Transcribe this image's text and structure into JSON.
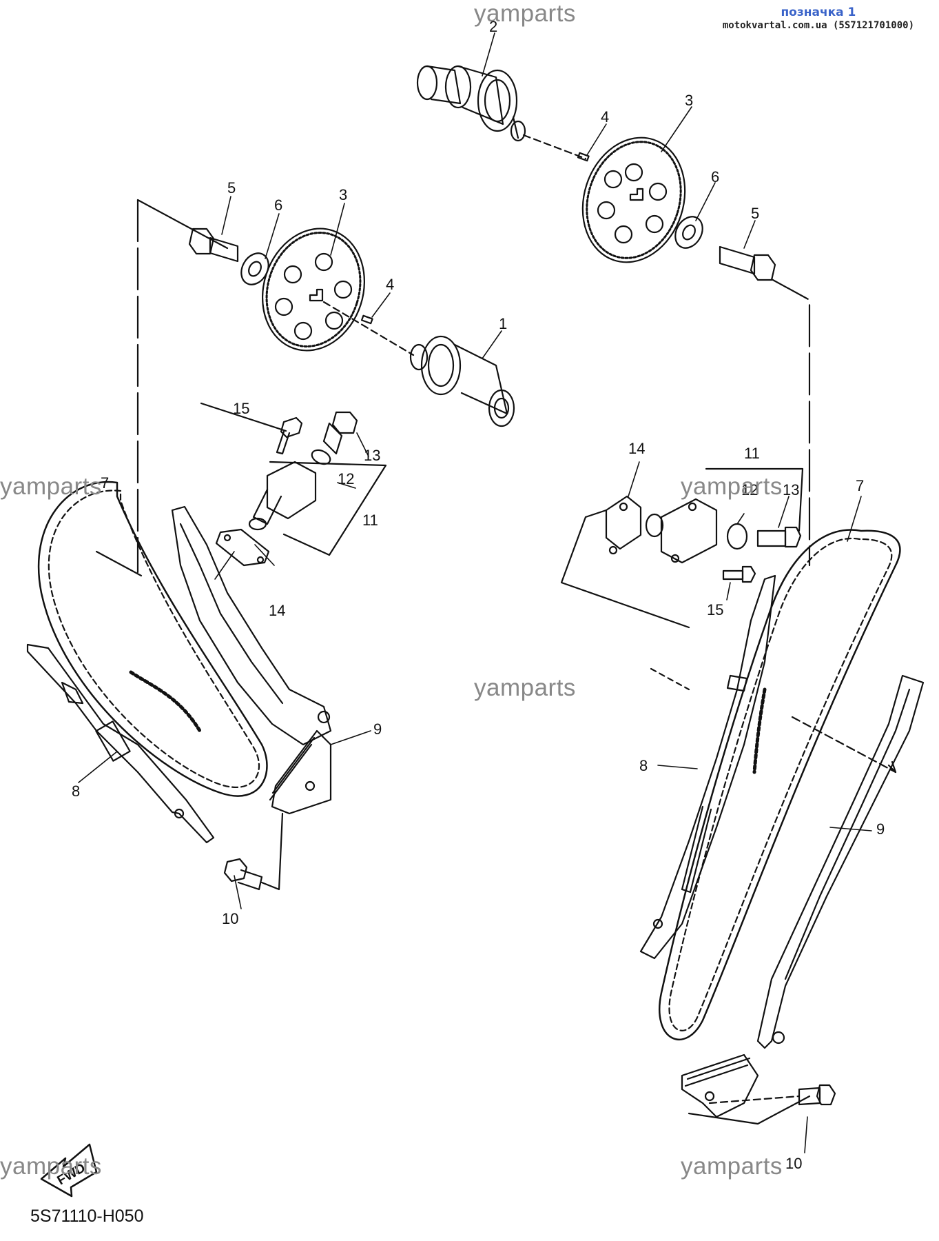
{
  "header": {
    "title": "позначка 1",
    "site": "motokvartal.com.ua (5S7121701000)"
  },
  "watermark": "yamparts",
  "diagram_code": "5S71110-H050",
  "fwd_label": "FWD",
  "colors": {
    "ink": "#111111",
    "header_blue": "#3a63c9",
    "watermark": "#888888"
  },
  "callouts": {
    "camshaft_1": "1",
    "camshaft_2": "2",
    "sprocket_left": "3",
    "sprocket_right": "3",
    "pin_left": "4",
    "pin_right": "4",
    "bolt_left": "5",
    "bolt_right": "5",
    "washer_left": "6",
    "washer_right": "6",
    "chain_left": "7",
    "chain_right": "7",
    "guide_left": "8",
    "guide_right": "8",
    "guide9_left": "9",
    "guide9_right": "9",
    "bolt10_left": "10",
    "bolt10_right": "10",
    "tensioner_left": "11",
    "tensioner_right": "11",
    "washer12_left": "12",
    "washer12_right": "12",
    "bolt13_left": "13",
    "bolt13_right": "13",
    "gasket_left": "14",
    "gasket_right": "14",
    "screw_left": "15",
    "screw_right": "15"
  }
}
